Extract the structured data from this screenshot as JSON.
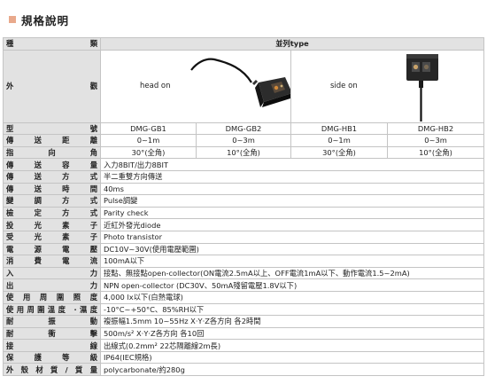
{
  "heading": "規格說明",
  "table": {
    "type_label": "種類",
    "series": "並列type",
    "appearance_label": "外觀",
    "head_on_caption": "head on",
    "side_on_caption": "side on",
    "model_label": "型號",
    "models": [
      "DMG-GB1",
      "DMG-GB2",
      "DMG-HB1",
      "DMG-HB2"
    ],
    "distance_label": "傳送距離",
    "distances": [
      "0~1m",
      "0~3m",
      "0~1m",
      "0~3m"
    ],
    "angle_label": "指向角",
    "angles": [
      "30°(全角)",
      "10°(全角)",
      "30°(全角)",
      "10°(全角)"
    ],
    "rows": [
      {
        "label": "傳送容量",
        "value": "入力8BIT/出力8BIT"
      },
      {
        "label": "傳送方式",
        "value": "半二重雙方向傳送"
      },
      {
        "label": "傳送時間",
        "value": "40ms"
      },
      {
        "label": "變調方式",
        "value": "Pulse調變"
      },
      {
        "label": "檢定方式",
        "value": "Parity check"
      },
      {
        "label": "投光素子",
        "value": "近紅外發光diode"
      },
      {
        "label": "受光素子",
        "value": "Photo transistor"
      },
      {
        "label": "電源電壓",
        "value": "DC10V~30V(使用電壓範圍)"
      },
      {
        "label": "消費電流",
        "value": "100mA以下"
      },
      {
        "label": "入力",
        "value": "接點、無接點open-collector(ON電流2.5mA以上、OFF電流1mA以下、動作電流1.5~2mA)"
      },
      {
        "label": "出力",
        "value": "NPN open-collector (DC30V、50mA殘留電壓1.8V以下)"
      },
      {
        "label": "使用周圍照度",
        "value": "4,000 lx以下(白熱電球)"
      },
      {
        "label": "使用周圍溫度 ‧濕度",
        "value": "-10°C~+50°C、85%RH以下"
      },
      {
        "label": "耐振動",
        "value": "複振幅1.5mm  10~55Hz  X‧Y‧Z各方向  各2時間"
      },
      {
        "label": "耐衝擊",
        "value": "500m/s²  X‧Y‧Z各方向  各10回"
      },
      {
        "label": "接線",
        "value": "出線式(0.2mm² 22芯隔離線2m長)"
      },
      {
        "label": "保護等級",
        "value": "IP64(IEC規格)"
      },
      {
        "label": "外殼材質/質量",
        "value": "polycarbonate/約280g"
      }
    ]
  }
}
